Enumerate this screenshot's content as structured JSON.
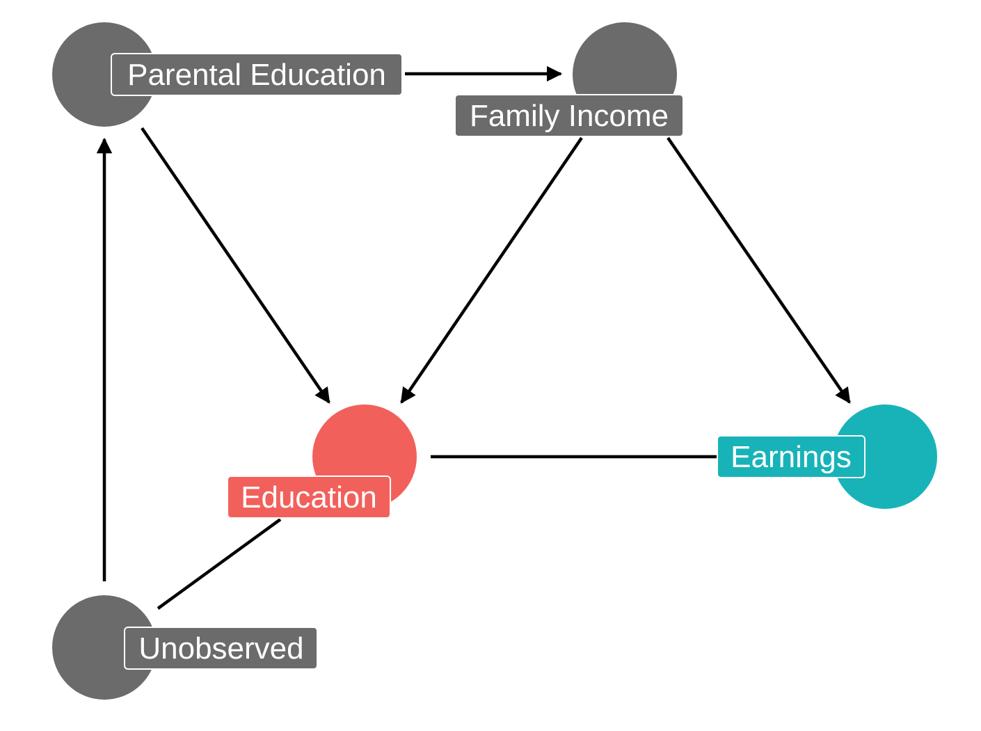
{
  "colors": {
    "default": "#6b6b6b",
    "treatment": "#f2605c",
    "outcome": "#17b3b8",
    "edge": "#000000",
    "background": "#ffffff"
  },
  "nodes": {
    "parental_education": {
      "label": "Parental Education",
      "role": "default"
    },
    "family_income": {
      "label": "Family Income",
      "role": "default"
    },
    "education": {
      "label": "Education",
      "role": "treatment"
    },
    "earnings": {
      "label": "Earnings",
      "role": "outcome"
    },
    "unobserved": {
      "label": "Unobserved",
      "role": "default"
    }
  },
  "edges": [
    {
      "from": "parental_education",
      "to": "family_income",
      "directed": true
    },
    {
      "from": "parental_education",
      "to": "education",
      "directed": true
    },
    {
      "from": "family_income",
      "to": "education",
      "directed": true
    },
    {
      "from": "family_income",
      "to": "earnings",
      "directed": true
    },
    {
      "from": "unobserved",
      "to": "parental_education",
      "directed": true
    },
    {
      "from": "education",
      "to": "earnings",
      "directed": false
    },
    {
      "from": "unobserved",
      "to": "education",
      "directed": false
    }
  ]
}
